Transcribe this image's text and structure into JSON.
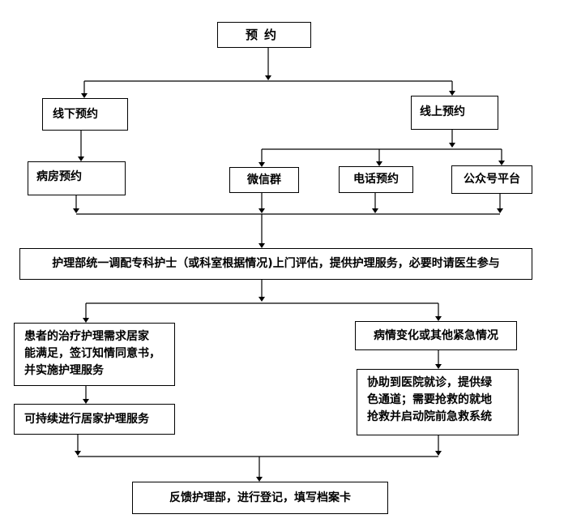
{
  "diagram": {
    "nodes": {
      "yuyue": "预约",
      "xianxia": "线下预约",
      "xianshang": "线上预约",
      "bingfang": "病房预约",
      "weixin": "微信群",
      "dianhua": "电话预约",
      "gongzhong": "公众号平台",
      "hulibu": "护理部统一调配专科护士（或科室根据情况)上门评估，提供护理服务，必要时请医生参与",
      "huanzhe": "患者的治疗护理需求居家\n能满足，签订知情同意书，\n并实施护理服务",
      "bingqing": "病情变化或其他紧急情况",
      "kechixu": "可持续进行居家护理服务",
      "xiezhu": "协助到医院就诊，提供绿\n色通道；需要抢救的就地\n抢救并启动院前急救系统",
      "fankui": "反馈护理部，进行登记，填写档案卡"
    },
    "edges": [
      [
        "yuyue",
        "xianxia"
      ],
      [
        "yuyue",
        "xianshang"
      ],
      [
        "xianxia",
        "bingfang"
      ],
      [
        "xianshang",
        "weixin"
      ],
      [
        "xianshang",
        "dianhua"
      ],
      [
        "xianshang",
        "gongzhong"
      ],
      [
        "bingfang",
        "hulibu"
      ],
      [
        "weixin",
        "hulibu"
      ],
      [
        "dianhua",
        "hulibu"
      ],
      [
        "gongzhong",
        "hulibu"
      ],
      [
        "hulibu",
        "huanzhe"
      ],
      [
        "hulibu",
        "bingqing"
      ],
      [
        "huanzhe",
        "kechixu"
      ],
      [
        "bingqing",
        "xiezhu"
      ],
      [
        "kechixu",
        "fankui"
      ],
      [
        "xiezhu",
        "fankui"
      ]
    ]
  }
}
